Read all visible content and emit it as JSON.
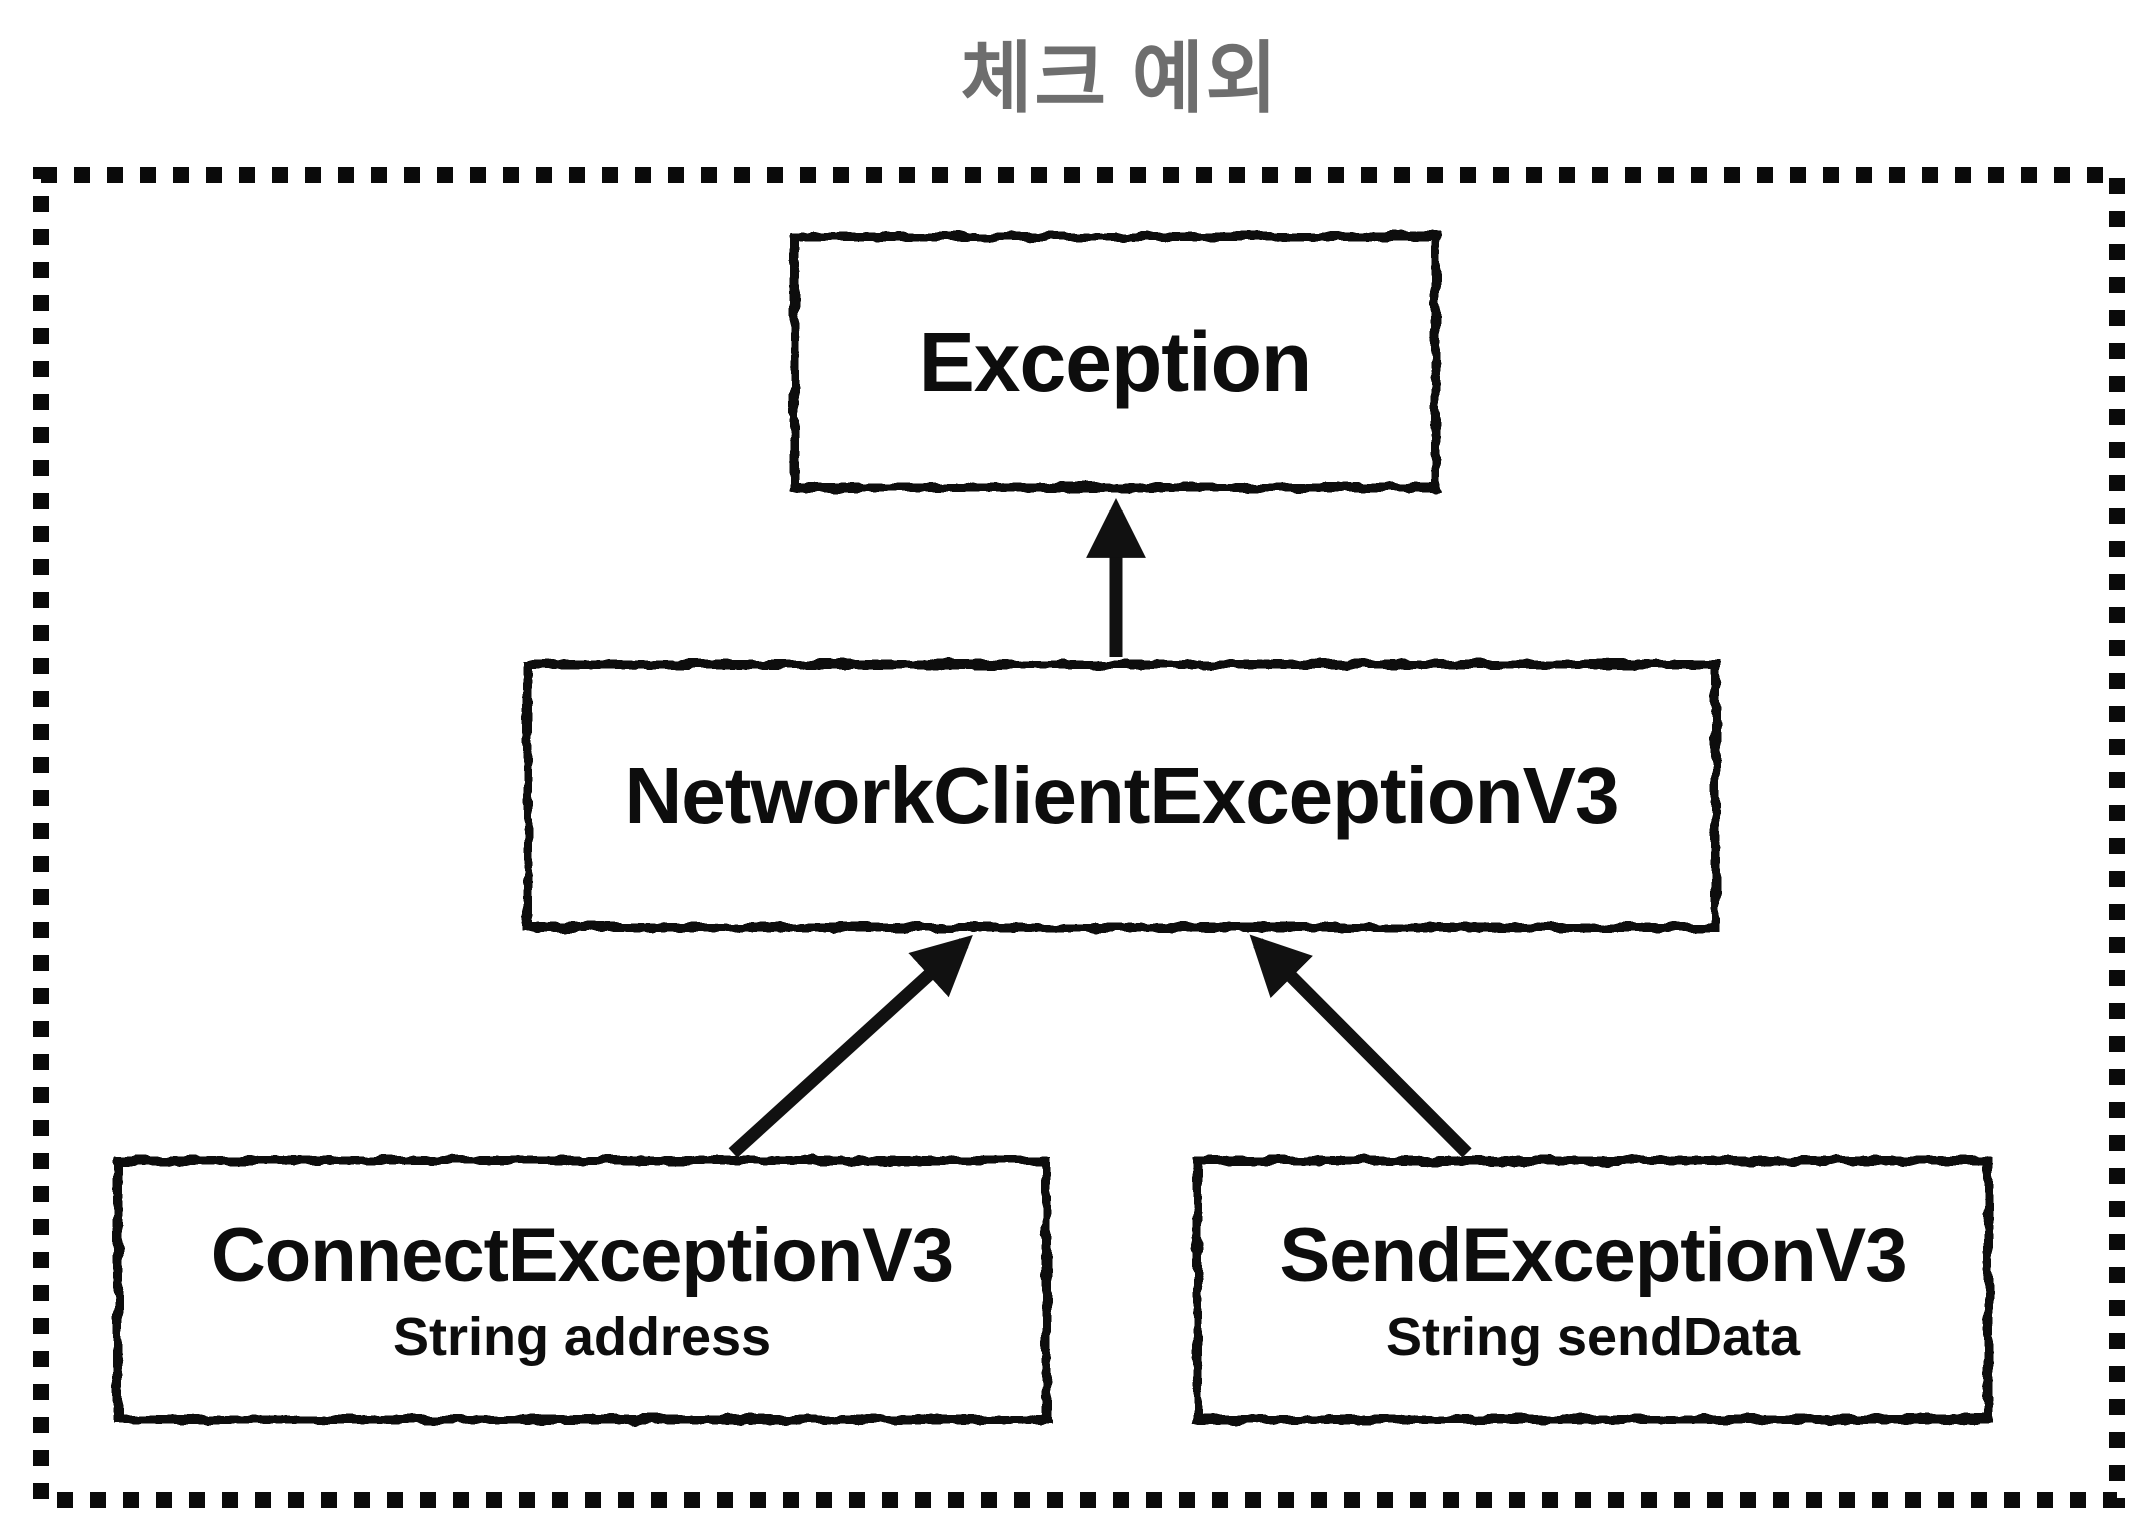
{
  "title": "체크 예외",
  "diagram": {
    "nodes": {
      "exception": {
        "label": "Exception"
      },
      "network_client": {
        "label": "NetworkClientExceptionV3"
      },
      "connect": {
        "label": "ConnectExceptionV3",
        "field": "String address"
      },
      "send": {
        "label": "SendExceptionV3",
        "field": "String sendData"
      }
    },
    "edges": [
      {
        "from": "NetworkClientExceptionV3",
        "to": "Exception"
      },
      {
        "from": "ConnectExceptionV3",
        "to": "NetworkClientExceptionV3"
      },
      {
        "from": "SendExceptionV3",
        "to": "NetworkClientExceptionV3"
      }
    ]
  },
  "colors": {
    "stroke": "#0d0d0d",
    "arrow": "#111111",
    "frame_dots": "#0a0a0a",
    "title_text": "#6e6e6e",
    "background": "#ffffff"
  }
}
